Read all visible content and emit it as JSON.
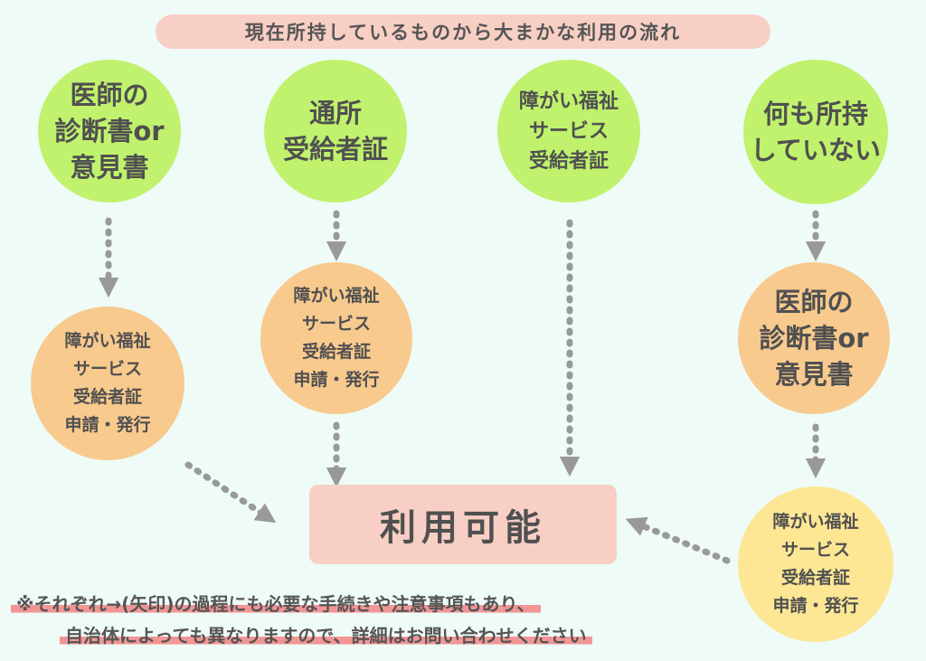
{
  "title": "現在所持しているものから大まかな利用の流れ",
  "columns": [
    {
      "top": [
        "医師の",
        "診断書or",
        "意見書"
      ],
      "second": [
        "障がい福祉",
        "サービス",
        "受給者証",
        "申請・発行"
      ]
    },
    {
      "top": [
        "通所",
        "受給者証"
      ],
      "second": [
        "障がい福祉",
        "サービス",
        "受給者証",
        "申請・発行"
      ]
    },
    {
      "top": [
        "障がい福祉",
        "サービス",
        "受給者証"
      ]
    },
    {
      "top": [
        "何も所持",
        "していない"
      ],
      "second": [
        "医師の",
        "診断書or",
        "意見書"
      ],
      "third": [
        "障がい福祉",
        "サービス",
        "受給者証",
        "申請・発行"
      ]
    }
  ],
  "result": "利用可能",
  "note": {
    "line1": "※それぞれ→(矢印)の過程にも必要な手続きや注意事項もあり、",
    "line2": "自治体によっても異なりますので、詳細はお問い合わせください"
  },
  "colors": {
    "background": "#eefbf7",
    "green": "#c0f26d",
    "orange": "#f8ca8e",
    "yellow": "#fde795",
    "pink": "#f8cfc5",
    "arrow": "#999999",
    "underline": "#f39595"
  }
}
